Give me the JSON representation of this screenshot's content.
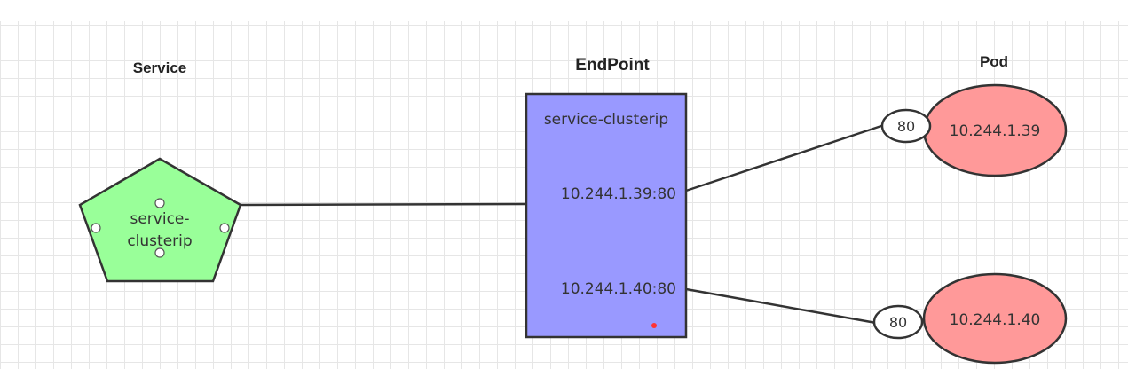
{
  "headings": {
    "service": "Service",
    "endpoint": "EndPoint",
    "pod": "Pod"
  },
  "service_node": {
    "label_line1": "service-",
    "label_line2": "clusterip",
    "color": "#99ff99",
    "shape": "pentagon"
  },
  "endpoint_node": {
    "title": "service-clusterip",
    "entries": [
      "10.244.1.39:80",
      "10.244.1.40:80"
    ],
    "color": "#9999ff"
  },
  "pods": [
    {
      "ip": "10.244.1.39",
      "port": "80"
    },
    {
      "ip": "10.244.1.40",
      "port": "80"
    }
  ],
  "colors": {
    "pod_fill": "#ff9999",
    "port_fill": "#ffffff",
    "stroke": "#333333",
    "grid": "#e6e6e6",
    "marker_dot": "#ff3333"
  }
}
